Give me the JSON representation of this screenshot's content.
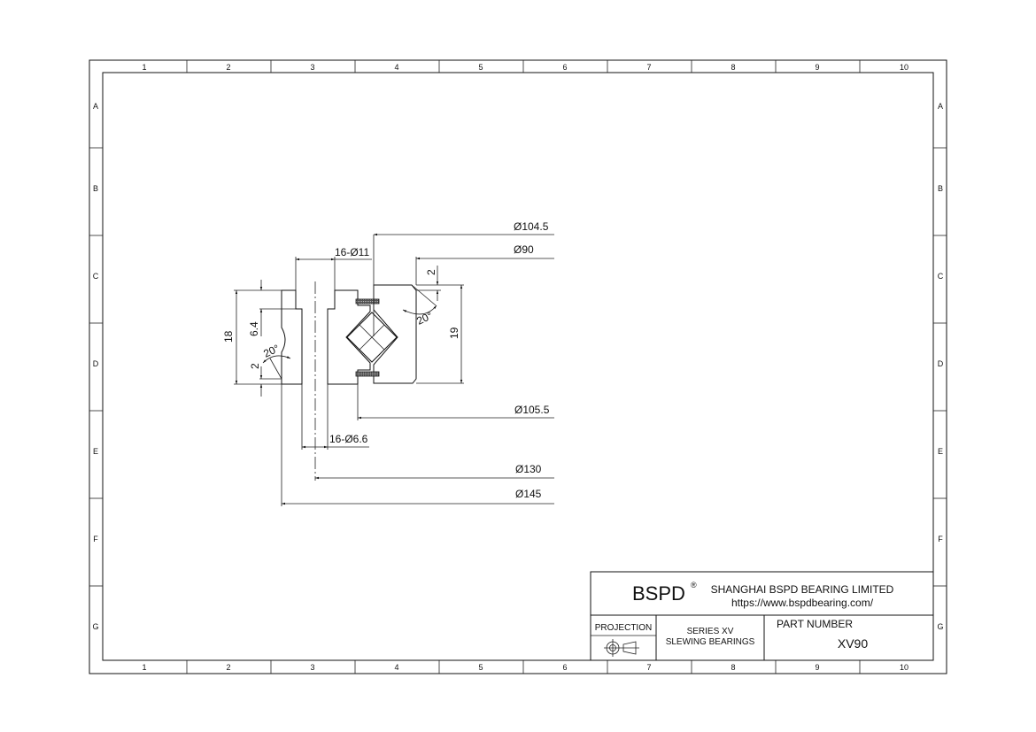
{
  "frame": {
    "columns": [
      "1",
      "2",
      "3",
      "4",
      "5",
      "6",
      "7",
      "8",
      "9",
      "10"
    ],
    "rows": [
      "A",
      "B",
      "C",
      "D",
      "E",
      "F",
      "G"
    ]
  },
  "dimensions": {
    "d104_5": "Ø104.5",
    "d90": "Ø90",
    "holes_11": "16-Ø11",
    "h18": "18",
    "h6_4": "6.4",
    "c2_left": "2",
    "a20_left": "20°",
    "c2_right": "2",
    "a20_right": "20°",
    "h19": "19",
    "d105_5": "Ø105.5",
    "holes_6_6": "16-Ø6.6",
    "d130": "Ø130",
    "d145": "Ø145"
  },
  "title_block": {
    "logo": "BSPD",
    "registered": "®",
    "company": "SHANGHAI BSPD BEARING LIMITED",
    "url": "https://www.bspdbearing.com/",
    "projection_label": "PROJECTION",
    "series": "SERIES  XV",
    "product": "SLEWING BEARINGS",
    "part_number_label": "PART  NUMBER",
    "part_number": "XV90"
  }
}
